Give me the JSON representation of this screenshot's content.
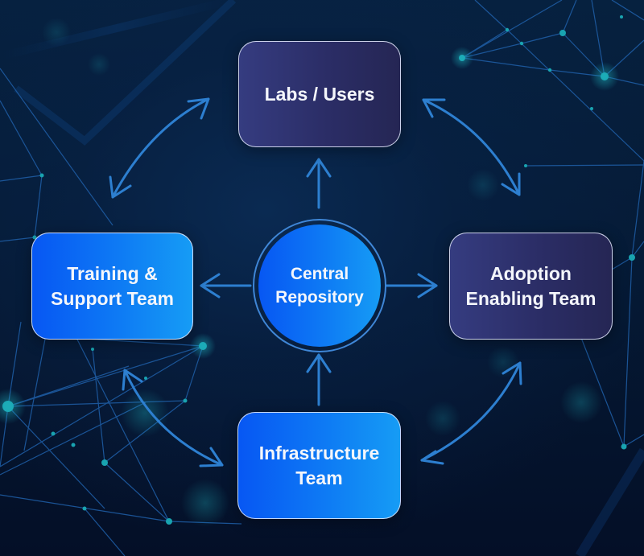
{
  "diagram": {
    "hub": {
      "label": "Central\nRepository"
    },
    "nodes": [
      {
        "id": "labs",
        "label": "Labs / Users",
        "style": "purple"
      },
      {
        "id": "training",
        "label": "Training &\nSupport Team",
        "style": "blue"
      },
      {
        "id": "adoption",
        "label": "Adoption\nEnabling Team",
        "style": "purple"
      },
      {
        "id": "infra",
        "label": "Infrastructure\nTeam",
        "style": "blue"
      }
    ],
    "edges": [
      {
        "from": "Central Repository",
        "to": "Labs / Users",
        "type": "one-way"
      },
      {
        "from": "Central Repository",
        "to": "Training & Support Team",
        "type": "one-way"
      },
      {
        "from": "Central Repository",
        "to": "Adoption Enabling Team",
        "type": "one-way"
      },
      {
        "from": "Infrastructure Team",
        "to": "Central Repository",
        "type": "one-way"
      },
      {
        "from": "Training & Support Team",
        "to": "Labs / Users",
        "type": "two-way"
      },
      {
        "from": "Labs / Users",
        "to": "Adoption Enabling Team",
        "type": "two-way"
      },
      {
        "from": "Adoption Enabling Team",
        "to": "Infrastructure Team",
        "type": "two-way"
      },
      {
        "from": "Infrastructure Team",
        "to": "Training & Support Team",
        "type": "two-way"
      }
    ],
    "colors": {
      "arrow": "#2d7fd0",
      "node_purple_start": "#353c80",
      "node_purple_end": "#252654",
      "node_blue_start": "#0757f3",
      "node_blue_end": "#169cf5",
      "network_line": "#1f5fa8",
      "network_dot": "#19a3b0",
      "background": "#041026"
    }
  }
}
